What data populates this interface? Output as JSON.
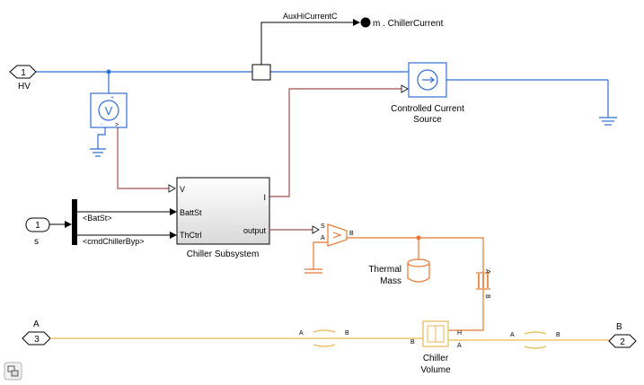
{
  "ports": {
    "hv": {
      "number": "1",
      "label": "HV"
    },
    "s": {
      "number": "1",
      "label": "s"
    },
    "a": {
      "number": "3",
      "label": "A"
    },
    "b": {
      "number": "2",
      "label": "B"
    }
  },
  "signals": {
    "aux_signal": "AuxHiCurrentC",
    "chiller_current": "m . ChillerCurrent",
    "bus_batst": "<BatSt>",
    "bus_cmd": "<cmdChillerByp>"
  },
  "blocks": {
    "ccs_label_1": "Controlled Current",
    "ccs_label_2": "Source",
    "subsystem": {
      "name": "Chiller Subsystem",
      "in_v": "V",
      "in_battst": "BattSt",
      "in_thctrl": "ThCtrl",
      "out_i": "I",
      "out_output": "output"
    },
    "thermal_mass_1": "Thermal",
    "thermal_mass_2": "Mass",
    "chiller_volume_1": "Chiller",
    "chiller_volume_2": "Volume",
    "voltmeter_symbol": "V",
    "conv_s": "S",
    "conv_a": "A",
    "conv_b": "B",
    "conn_a": "A",
    "conn_b": "B",
    "pipe1_a": "A",
    "pipe1_b": "B",
    "pipe2_a": "A",
    "pipe2_b": "B",
    "vol_b": "B",
    "vol_h": "H",
    "vol_a": "A",
    "vm_plus": "+",
    "vm_minus": "-",
    "vm_arrow": ">"
  },
  "colors": {
    "electrical": "#2f6fd6",
    "thermal": "#e8772e",
    "fluid": "#e9b94d",
    "signal": "#a0524d",
    "plain": "#000000"
  }
}
